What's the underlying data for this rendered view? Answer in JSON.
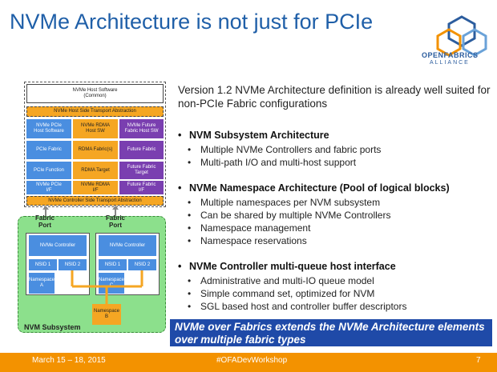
{
  "title": "NVMe Architecture is not just for PCIe",
  "logo": {
    "line1": "OPENFABRICS",
    "line2": "ALLIANCE"
  },
  "intro": "Version 1.2 NVMe Architecture definition is already well suited for non-PCIe Fabric configurations",
  "sections": [
    {
      "heading": "NVM Subsystem Architecture",
      "items": [
        "Multiple NVMe Controllers and fabric ports",
        "Multi-path I/O and multi-host support"
      ]
    },
    {
      "heading": "NVMe Namespace Architecture (Pool of logical blocks)",
      "items": [
        "Multiple namespaces per NVM subsystem",
        "Can be shared by multiple NVMe Controllers",
        "Namespace management",
        "Namespace reservations"
      ]
    },
    {
      "heading": "NVMe Controller multi-queue host interface",
      "items": [
        "Administrative and multi-IO queue model",
        "Simple command set, optimized for NVM",
        "SGL based host and controller buffer descriptors"
      ]
    }
  ],
  "callout": "NVMe over Fabrics extends the NVMe Architecture elements over multiple fabric types",
  "footer": {
    "date": "March 15 – 18, 2015",
    "tag": "#OFADevWorkshop",
    "page": "7"
  },
  "diagram": {
    "host_software": "NVMe Host Software\n(Common)",
    "host_transport": "NVMe Host Side Transport Abstraction",
    "col1": [
      "NVMe PCIe\nHost Software",
      "PCIe Fabric",
      "PCIe Function",
      "NVMe PCIe\nI/F"
    ],
    "col2": [
      "NVMe RDMA\nHost SW",
      "RDMA Fabric(s)",
      "RDMA Target",
      "NVMe RDMA\nI/F"
    ],
    "col3": [
      "NVMe Future\nFabric Host SW",
      "Future Fabric",
      "Future Fabric\nTarget",
      "Future Fabric\nI/F"
    ],
    "controller_transport": "NVMe Controller Side Transport Abstraction",
    "fabric_port": "Fabric\nPort",
    "controller": "NVMe Controller",
    "nsid1": "NSID 1",
    "nsid2": "NSID 2",
    "ns_a": "Namespace\nA",
    "ns_c": "Namespace\nC",
    "ns_b": "Namespace\nB",
    "subsystem": "NVM Subsystem",
    "colors": {
      "mint": "#8ce08c",
      "blue": "#4a8ee0",
      "orange": "#f5a623",
      "purple": "#7a3fb0",
      "yellow": "#ffc74a"
    }
  }
}
